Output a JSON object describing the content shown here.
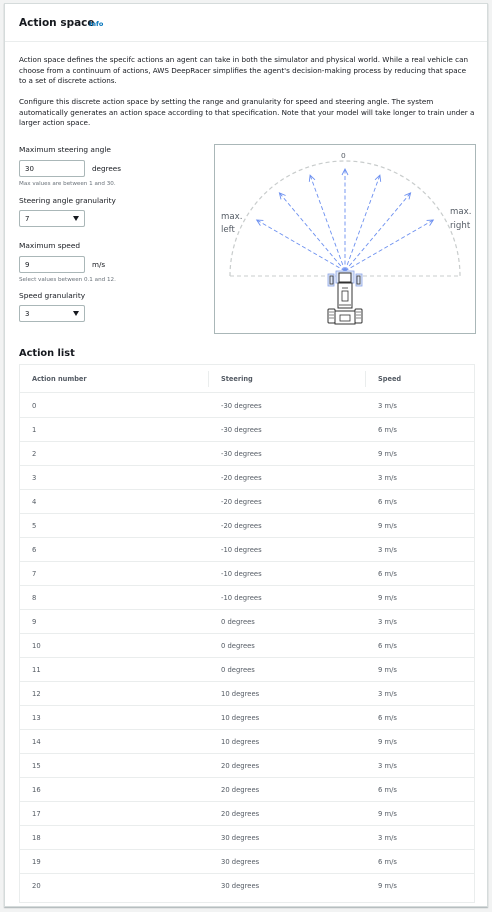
{
  "panel": {
    "title": "Action space",
    "info_link": "Info"
  },
  "description": {
    "p1": "Action space defines the specifc actions an agent can take in both the simulator and physical world. While a real vehicle can choose from a continuum of actions, AWS DeepRacer simplifies the agent's decision-making process by reducing that space to a set of discrete actions.",
    "p2": "Configure this discrete action space by setting the range and granularity for speed and steering angle. The system automatically generates an action space according to that specification. Note that your model will take longer to train under a larger action space."
  },
  "form": {
    "max_steering_label": "Maximum steering angle",
    "max_steering_value": "30",
    "max_steering_unit": "degrees",
    "max_steering_hint": "Max values are between 1 and 30.",
    "steering_gran_label": "Steering angle granularity",
    "steering_gran_value": "7",
    "max_speed_label": "Maximum speed",
    "max_speed_value": "9",
    "max_speed_unit": "m/s",
    "max_speed_hint": "Select values between 0.1 and 12.",
    "speed_gran_label": "Speed granularity",
    "speed_gran_value": "3"
  },
  "diagram": {
    "zero_label": "0",
    "left_label_1": "max.",
    "left_label_2": "left",
    "right_label_1": "max.",
    "right_label_2": "right",
    "ray_angles_deg": [
      -60,
      -40,
      -20,
      0,
      20,
      40,
      60
    ],
    "ray_color": "#6b8ff0"
  },
  "action_list": {
    "title": "Action list",
    "columns": [
      "Action number",
      "Steering",
      "Speed"
    ],
    "rows": [
      [
        "0",
        "-30 degrees",
        "3 m/s"
      ],
      [
        "1",
        "-30 degrees",
        "6 m/s"
      ],
      [
        "2",
        "-30 degrees",
        "9 m/s"
      ],
      [
        "3",
        "-20 degrees",
        "3 m/s"
      ],
      [
        "4",
        "-20 degrees",
        "6 m/s"
      ],
      [
        "5",
        "-20 degrees",
        "9 m/s"
      ],
      [
        "6",
        "-10 degrees",
        "3 m/s"
      ],
      [
        "7",
        "-10 degrees",
        "6 m/s"
      ],
      [
        "8",
        "-10 degrees",
        "9 m/s"
      ],
      [
        "9",
        "0 degrees",
        "3 m/s"
      ],
      [
        "10",
        "0 degrees",
        "6 m/s"
      ],
      [
        "11",
        "0 degrees",
        "9 m/s"
      ],
      [
        "12",
        "10 degrees",
        "3 m/s"
      ],
      [
        "13",
        "10 degrees",
        "6 m/s"
      ],
      [
        "14",
        "10 degrees",
        "9 m/s"
      ],
      [
        "15",
        "20 degrees",
        "3 m/s"
      ],
      [
        "16",
        "20 degrees",
        "6 m/s"
      ],
      [
        "17",
        "20 degrees",
        "9 m/s"
      ],
      [
        "18",
        "30 degrees",
        "3 m/s"
      ],
      [
        "19",
        "30 degrees",
        "6 m/s"
      ],
      [
        "20",
        "30 degrees",
        "9 m/s"
      ]
    ]
  }
}
